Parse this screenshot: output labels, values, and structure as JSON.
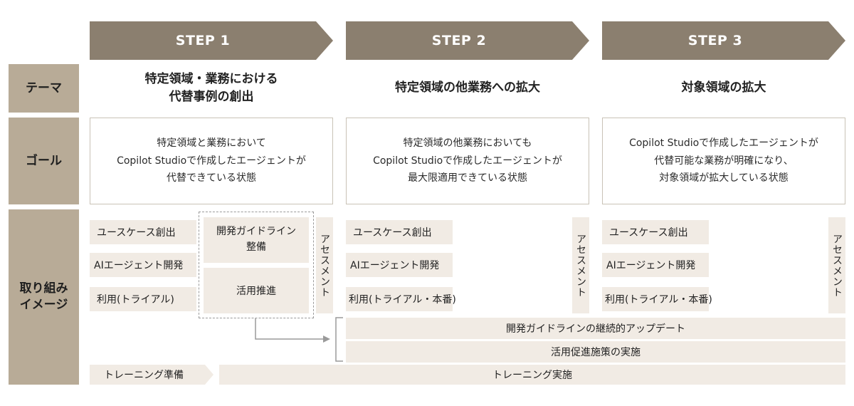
{
  "steps": [
    "STEP 1",
    "STEP 2",
    "STEP 3"
  ],
  "row_headers": {
    "theme": "テーマ",
    "goal": "ゴール",
    "initiatives": [
      "取り組み",
      "イメージ"
    ]
  },
  "themes": [
    [
      "特定領域・業務における",
      "代替事例の創出"
    ],
    [
      "特定領域の他業務への拡大"
    ],
    [
      "対象領域の拡大"
    ]
  ],
  "goals": [
    [
      "特定領域と業務において",
      "Copilot Studioで作成したエージェントが",
      "代替できている状態"
    ],
    [
      "特定領域の他業務においても",
      "Copilot Studioで作成したエージェントが",
      "最大限適用できている状態"
    ],
    [
      "Copilot Studioで作成したエージェントが",
      "代替可能な業務が明確になり、",
      "対象領域が拡大している状態"
    ]
  ],
  "step1_items": {
    "usecase": "ユースケース創出",
    "dev": "AIエージェント開発",
    "use": "利用(トライアル)",
    "guideline": [
      "開発ガイドライン",
      "整備"
    ],
    "promote": "活用推進",
    "assessment": "アセスメント"
  },
  "step2_items": {
    "usecase": "ユースケース創出",
    "dev": "AIエージェント開発",
    "use": "利用(トライアル・本番)",
    "assessment": "アセスメント"
  },
  "step3_items": {
    "usecase": "ユースケース創出",
    "dev": "AIエージェント開発",
    "use": "利用(トライアル・本番)",
    "assessment": "アセスメント"
  },
  "bars": {
    "guideline_update": "開発ガイドラインの継続的アップデート",
    "promotion": "活用促進施策の実施",
    "training_prep": "トレーニング準備",
    "training": "トレーニング実施"
  },
  "colors": {
    "step_fill": "#8b7f6f",
    "row_header": "#b8ab97",
    "item_fill": "#f1ebe4",
    "border": "#c9c2b6"
  }
}
